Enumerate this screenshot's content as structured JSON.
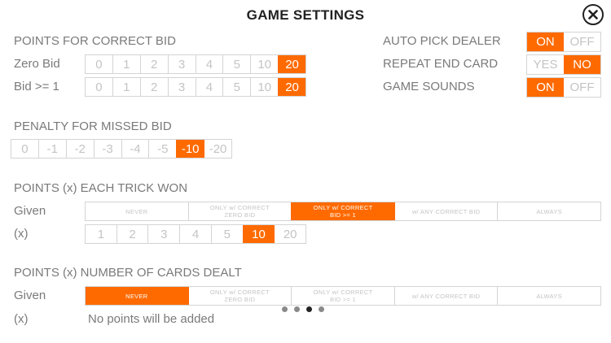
{
  "header": {
    "title": "GAME SETTINGS",
    "close_icon": "close-circle-icon"
  },
  "correct_bid": {
    "heading": "POINTS FOR CORRECT BID",
    "zero_bid": {
      "label": "Zero Bid",
      "options": [
        "0",
        "1",
        "2",
        "3",
        "4",
        "5",
        "10",
        "20"
      ],
      "selected": "20"
    },
    "bid_ge_1": {
      "label": "Bid >= 1",
      "options": [
        "0",
        "1",
        "2",
        "3",
        "4",
        "5",
        "10",
        "20"
      ],
      "selected": "20"
    }
  },
  "toggles": {
    "auto_pick_dealer": {
      "label": "AUTO PICK DEALER",
      "options": [
        "ON",
        "OFF"
      ],
      "selected": "ON"
    },
    "repeat_end_card": {
      "label": "REPEAT END CARD",
      "options": [
        "YES",
        "NO"
      ],
      "selected": "NO"
    },
    "game_sounds": {
      "label": "GAME SOUNDS",
      "options": [
        "ON",
        "OFF"
      ],
      "selected": "ON"
    }
  },
  "penalty": {
    "heading": "PENALTY FOR MISSED BID",
    "options": [
      "0",
      "-1",
      "-2",
      "-3",
      "-4",
      "-5",
      "-10",
      "-20"
    ],
    "selected": "-10"
  },
  "trick_won": {
    "heading": "POINTS (x) EACH TRICK WON",
    "given_label": "Given",
    "given_options": [
      "NEVER",
      "ONLY w/ CORRECT\nZERO BID",
      "ONLY w/ CORRECT\nBID >= 1",
      "w/ ANY CORRECT BID",
      "ALWAYS"
    ],
    "given_selected": 2,
    "x_label": "(x)",
    "x_options": [
      "1",
      "2",
      "3",
      "4",
      "5",
      "10",
      "20"
    ],
    "x_selected": "10"
  },
  "cards_dealt": {
    "heading": "POINTS (x) NUMBER OF CARDS DEALT",
    "given_label": "Given",
    "given_options": [
      "NEVER",
      "ONLY w/ CORRECT\nZERO BID",
      "ONLY w/ CORRECT\nBID >= 1",
      "w/ ANY CORRECT BID",
      "ALWAYS"
    ],
    "given_selected": 0,
    "x_label": "(x)",
    "note": "No points will be added"
  },
  "pagination": {
    "count": 4,
    "active": 2
  },
  "colors": {
    "accent": "#ff6a00",
    "text": "#7a7a7a",
    "inactive": "#c4c4c4",
    "border": "#d4d4d4",
    "title": "#222222"
  }
}
